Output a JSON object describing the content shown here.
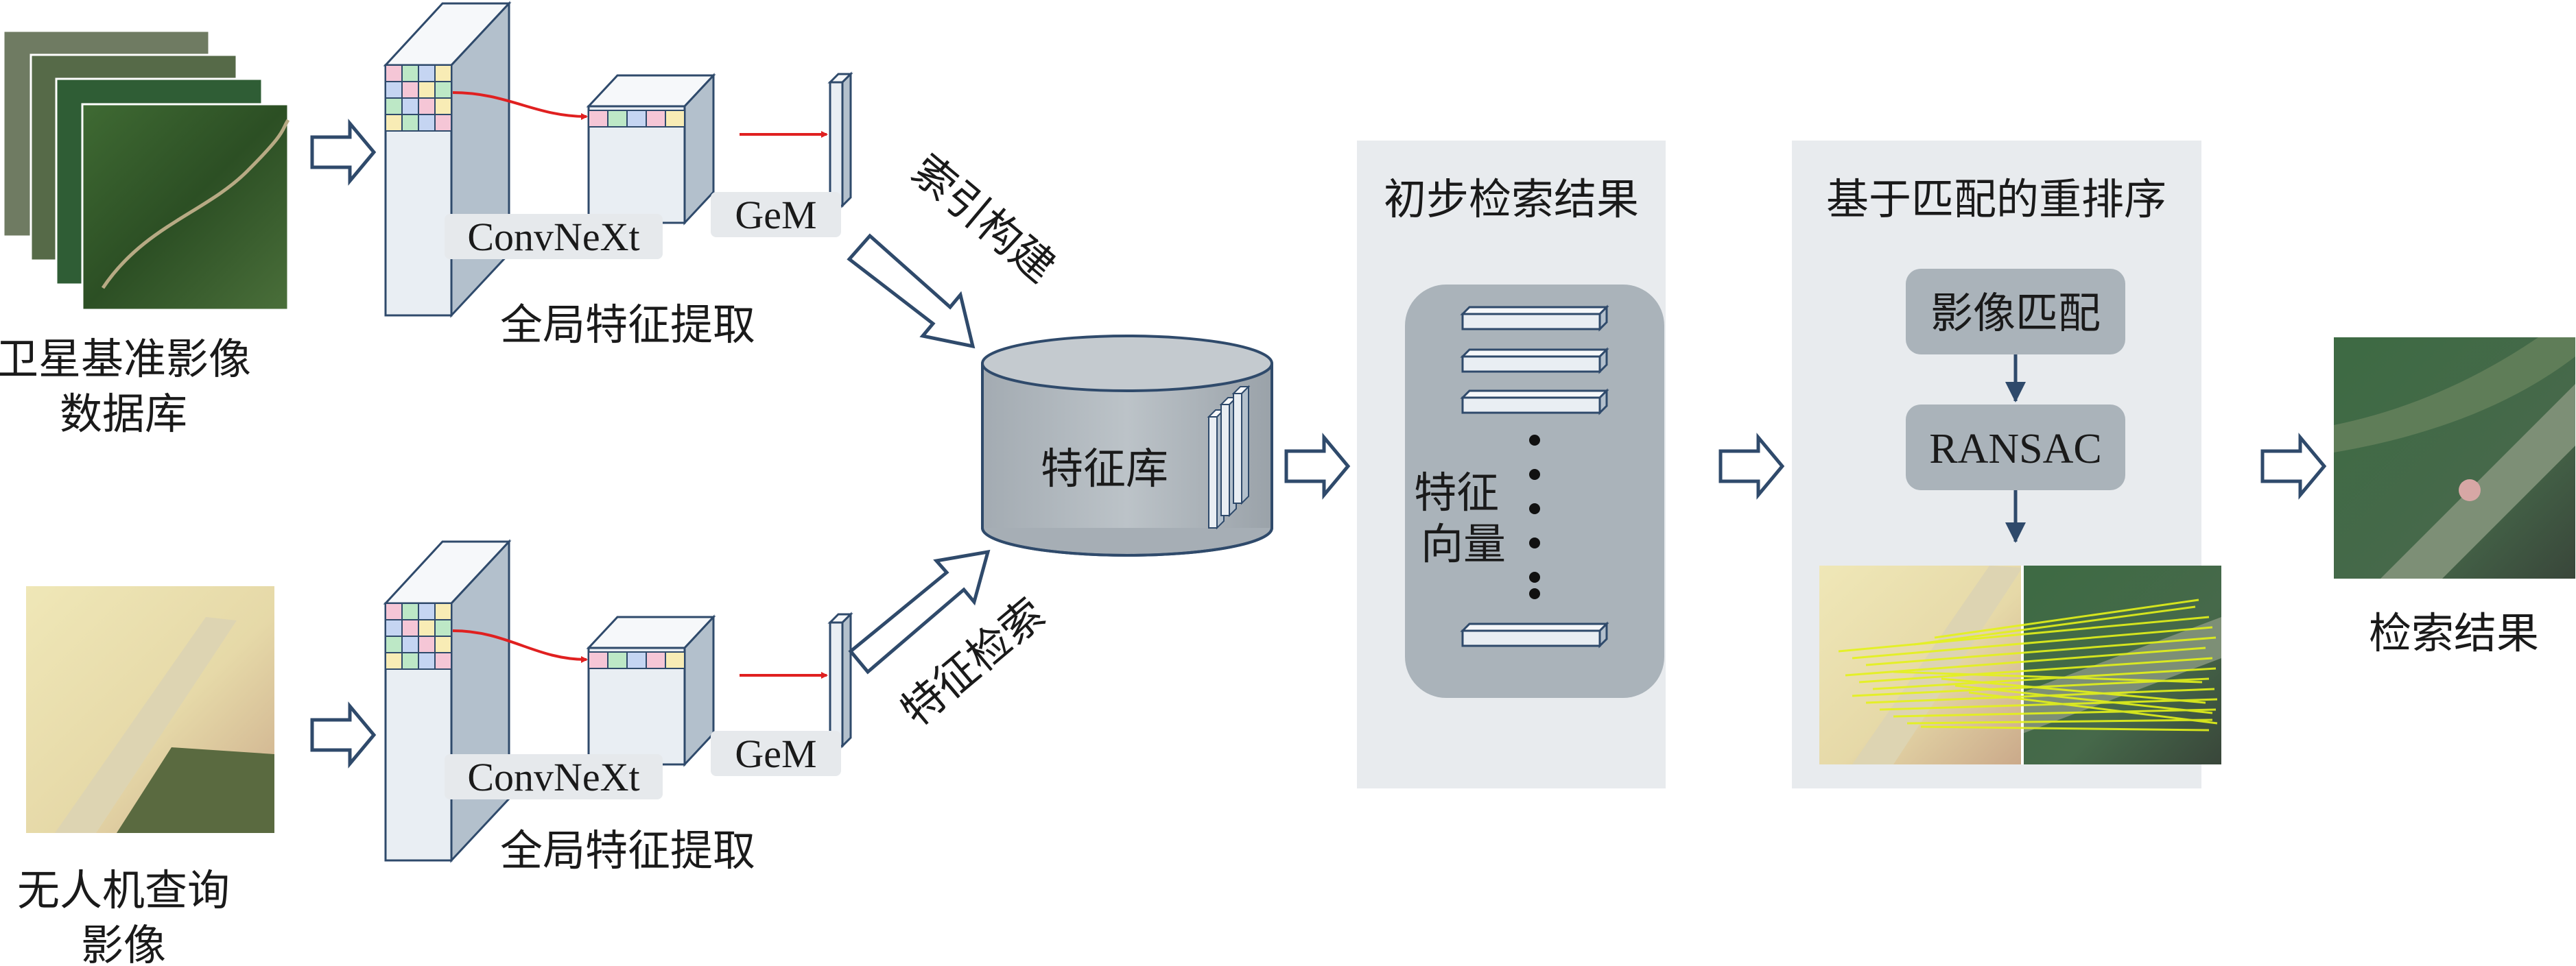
{
  "satellite_db": {
    "line1": "卫星基准影像",
    "line2": "数据库"
  },
  "uav_query": {
    "line1": "无人机查询",
    "line2": "影像"
  },
  "backbone_label": "ConvNeXt",
  "pool_label": "GeM",
  "global_feature_label": "全局特征提取",
  "index_build_label": "索引构建",
  "feature_retrieval_label": "特征检索",
  "feature_db_label": "特征库",
  "initial_results": {
    "title": "初步检索结果",
    "vector_label": "特征\n向量"
  },
  "rerank": {
    "title": "基于匹配的重排序",
    "step1": "影像匹配",
    "step2": "RANSAC"
  },
  "final_label": "检索结果",
  "colors": {
    "cube_face": "#e9eef3",
    "cube_top": "#f7f9fb",
    "cube_side": "#b3c0cc",
    "panel_bg": "#e8ebee",
    "inner_box": "#aab3ba",
    "cylinder": "#b0b7bd",
    "arrow_red": "#e02020",
    "arrow_dark": "#2f4a6b",
    "match_lines": "#e4f21a"
  }
}
